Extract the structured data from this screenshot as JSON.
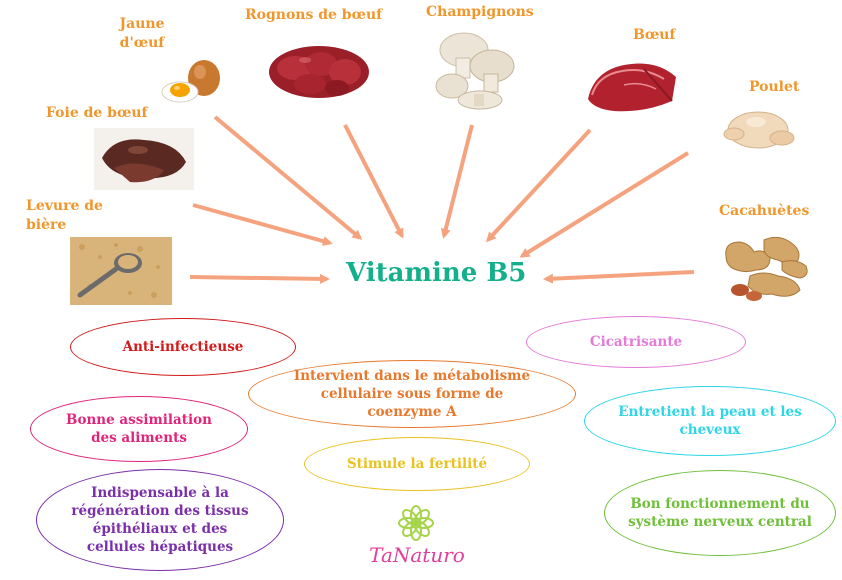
{
  "title": "Vitamine B5",
  "sources": {
    "jaune_oeuf": "Jaune\nd'œuf",
    "rognons": "Rognons de bœuf",
    "champignons": "Champignons",
    "boeuf": "Bœuf",
    "poulet": "Poulet",
    "foie": "Foie de bœuf",
    "levure": "Levure de\nbière",
    "cacahuetes": "Cacahuètes"
  },
  "benefits": {
    "anti_infectieuse": "Anti-infectieuse",
    "cicatrisante": "Cicatrisante",
    "metabolisme": "Intervient dans le métabolisme\ncellulaire sous forme de\ncoenzyme A",
    "assimilation": "Bonne assimilation\ndes aliments",
    "peau_cheveux": "Entretient la peau et les\ncheveux",
    "fertilite": "Stimule la fertilité",
    "regeneration": "Indispensable à la\nrégénération des tissus\népithéliaux et des\ncellules hépatiques",
    "nerveux": "Bon fonctionnement du\nsystème nerveux central"
  },
  "brand": "TaNaturo",
  "colors": {
    "title": "#14b08c",
    "food_label": "#f0962a",
    "arrow": "#f5a37e",
    "anti_infectieuse": "#d11a1a",
    "cicatrisante": "#e57ad9",
    "metabolisme": "#e8782c",
    "assimilation": "#e0257a",
    "peau_cheveux": "#2fd6e6",
    "fertilite": "#e9c21f",
    "regeneration": "#7b2fa8",
    "nerveux": "#6fbf3a",
    "brand": "#e0409a",
    "logo": "#a6d44a"
  }
}
